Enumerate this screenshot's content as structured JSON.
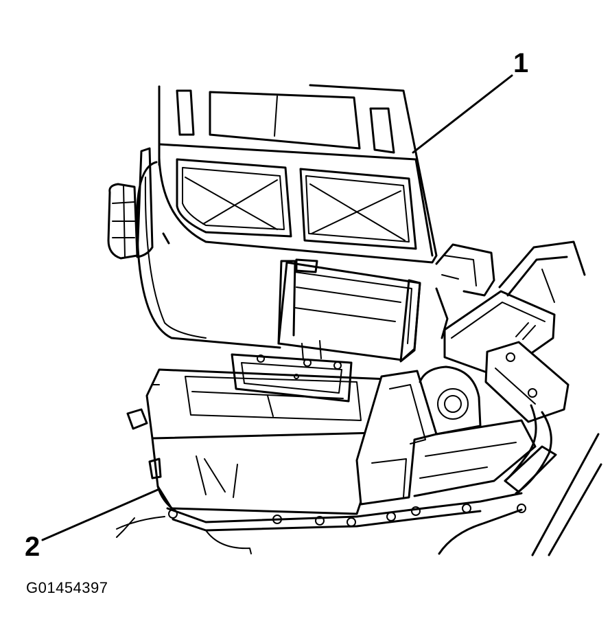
{
  "figure": {
    "callouts": [
      {
        "id": "1",
        "label": "1"
      },
      {
        "id": "2",
        "label": "2"
      }
    ],
    "figure_id": "G01454397"
  }
}
